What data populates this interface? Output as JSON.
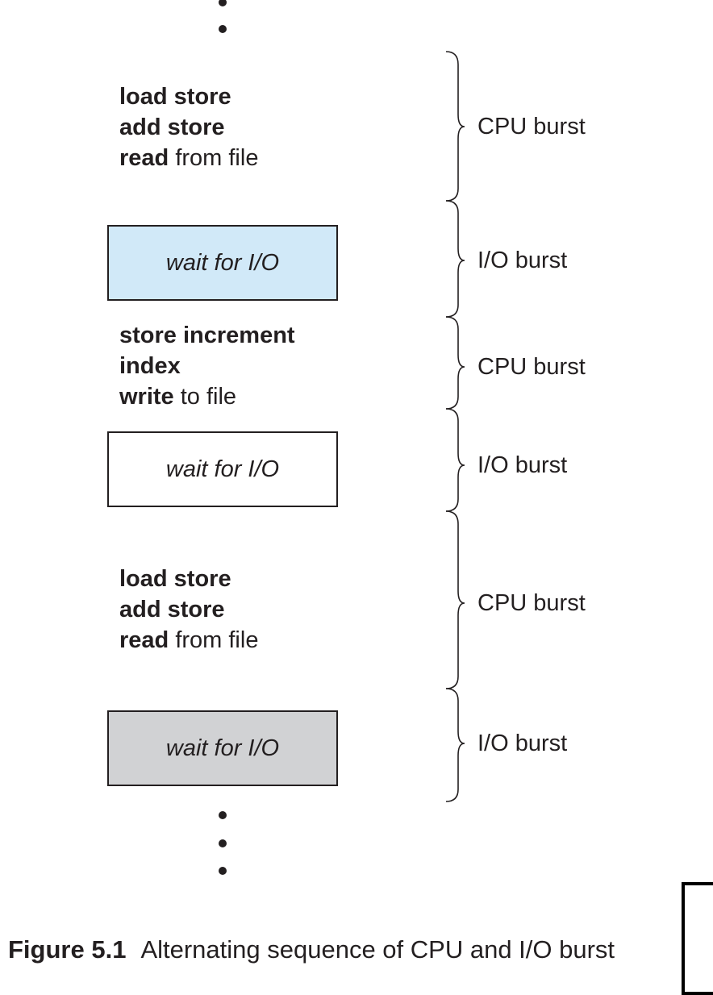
{
  "code_blocks": [
    {
      "lines": [
        {
          "bold": "load store",
          "rest": ""
        },
        {
          "bold": "add store",
          "rest": ""
        },
        {
          "bold": "read",
          "rest": " from file"
        }
      ]
    },
    {
      "lines": [
        {
          "bold": "store increment",
          "rest": ""
        },
        {
          "bold": "index",
          "rest": ""
        },
        {
          "bold": "write",
          "rest": " to file"
        }
      ]
    },
    {
      "lines": [
        {
          "bold": "load store",
          "rest": ""
        },
        {
          "bold": "add store",
          "rest": ""
        },
        {
          "bold": "read",
          "rest": " from file"
        }
      ]
    }
  ],
  "io_boxes": [
    {
      "text": "wait for I/O",
      "fill": "#d1e9f8"
    },
    {
      "text": "wait for I/O",
      "fill": "#ffffff"
    },
    {
      "text": "wait for I/O",
      "fill": "#d1d2d4"
    }
  ],
  "burst_labels": [
    "CPU burst",
    "I/O burst",
    "CPU burst",
    "I/O burst",
    "CPU burst",
    "I/O burst"
  ],
  "caption": {
    "figure_number": "Figure 5.1",
    "text": "Alternating sequence of CPU and I/O burst"
  }
}
